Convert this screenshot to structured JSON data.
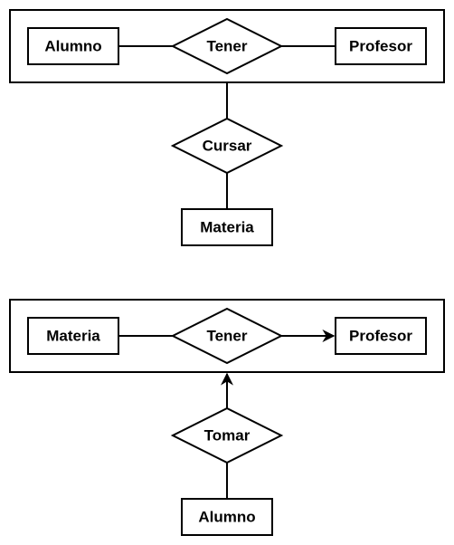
{
  "colors": {
    "stroke": "#000000",
    "fill": "#ffffff",
    "background": "#ffffff"
  },
  "diagram_top": {
    "entities": {
      "left": "Alumno",
      "right": "Profesor",
      "bottom": "Materia"
    },
    "relationships": {
      "aggregated": "Tener",
      "outer": "Cursar"
    }
  },
  "diagram_bottom": {
    "entities": {
      "left": "Materia",
      "right": "Profesor",
      "bottom": "Alumno"
    },
    "relationships": {
      "aggregated": "Tener",
      "outer": "Tomar"
    }
  }
}
